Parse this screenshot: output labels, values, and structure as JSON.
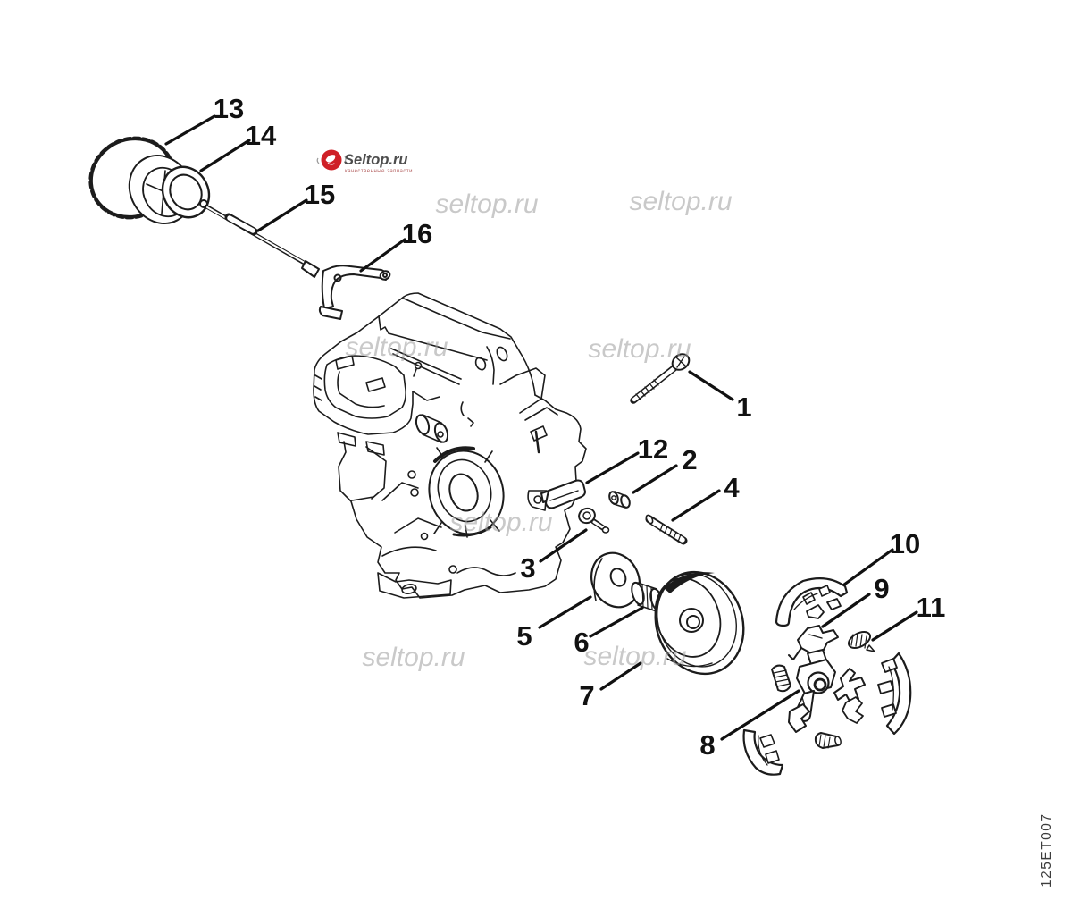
{
  "diagram": {
    "code": "125ET007",
    "watermark_text": "seltop.ru",
    "logo": {
      "text": "Seltop.ru",
      "tagline": "качественные запчасти",
      "icon_color": "#cf2027"
    },
    "callouts": [
      {
        "number": "1"
      },
      {
        "number": "2"
      },
      {
        "number": "3"
      },
      {
        "number": "4"
      },
      {
        "number": "5"
      },
      {
        "number": "6"
      },
      {
        "number": "7"
      },
      {
        "number": "8"
      },
      {
        "number": "9"
      },
      {
        "number": "10"
      },
      {
        "number": "11"
      },
      {
        "number": "12"
      },
      {
        "number": "13"
      },
      {
        "number": "14"
      },
      {
        "number": "15"
      },
      {
        "number": "16"
      }
    ]
  }
}
